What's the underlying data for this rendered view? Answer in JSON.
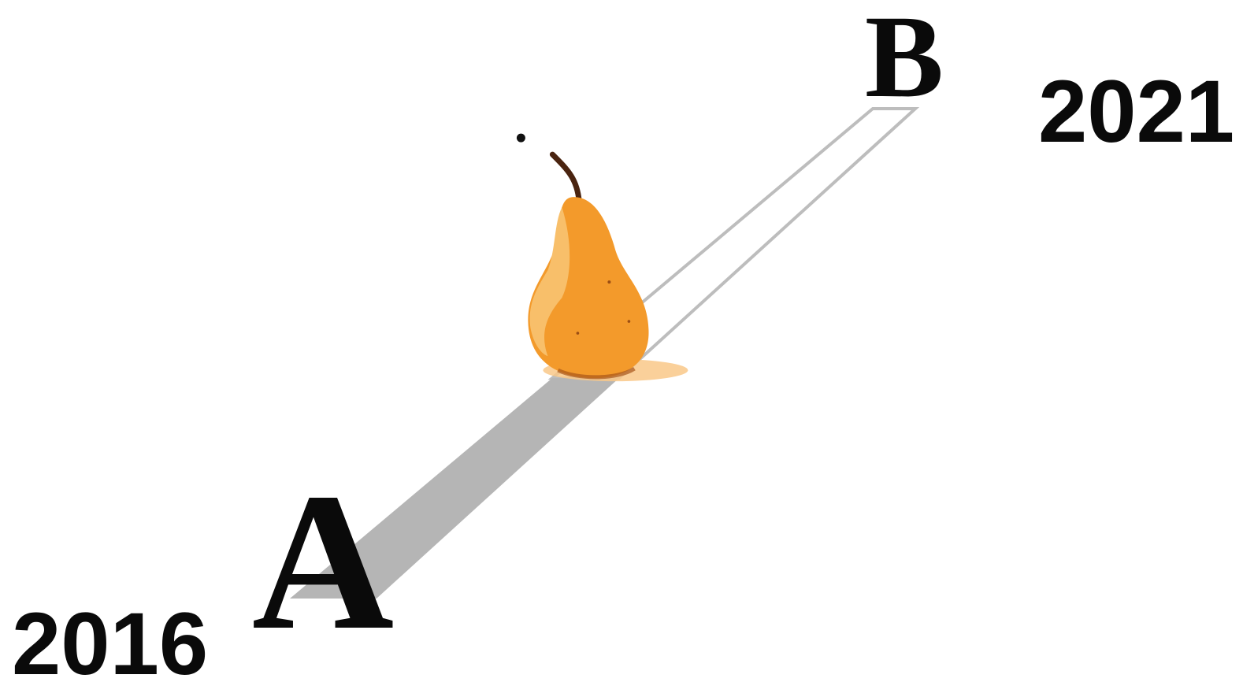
{
  "labels": {
    "start_year": "2016",
    "end_year": "2021",
    "start_point": "A",
    "end_point": "B"
  },
  "progress": {
    "fraction_completed": 0.45
  },
  "colors": {
    "completed_track": "#b5b5b5",
    "remaining_outline": "#bdbdbd",
    "pear_body": "#f39a2b",
    "pear_highlight": "#f8bf6a",
    "pear_stem": "#4a2410",
    "text": "#0a0a0a"
  },
  "icons": {
    "marker": "pear-icon"
  }
}
